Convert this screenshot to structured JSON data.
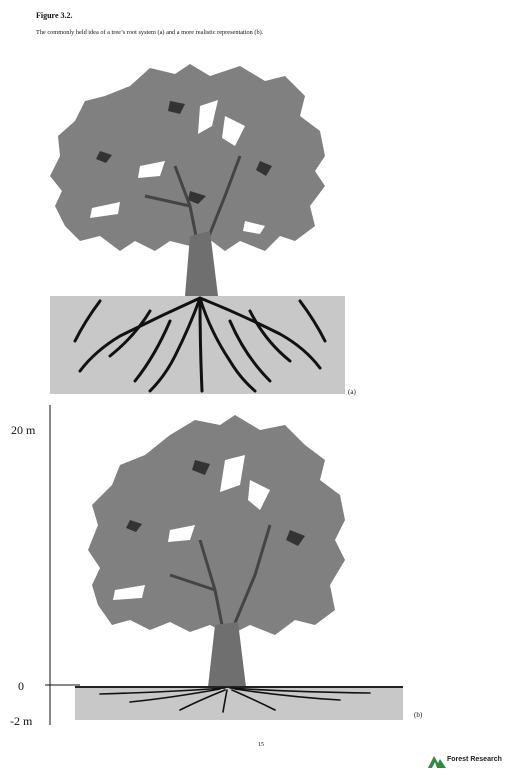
{
  "figure": {
    "label": "Figure 3.2.",
    "caption": "The commonly held idea of a tree’s root system (a) and a more realistic representation (b)."
  },
  "panel_a": {
    "label": "(a)"
  },
  "panel_b": {
    "label": "(b)",
    "axis_ticks": [
      "20 m",
      "0",
      "-2 m"
    ]
  },
  "page_number": "15",
  "logo": {
    "text": "Forest Research"
  },
  "colors": {
    "canopy": "#808080",
    "canopy_shadow": "#5a5a5a",
    "trunk": "#6f6f6f",
    "soil": "#c8c8c8",
    "roots": "#111111",
    "logo_green": "#2e8b3e"
  }
}
